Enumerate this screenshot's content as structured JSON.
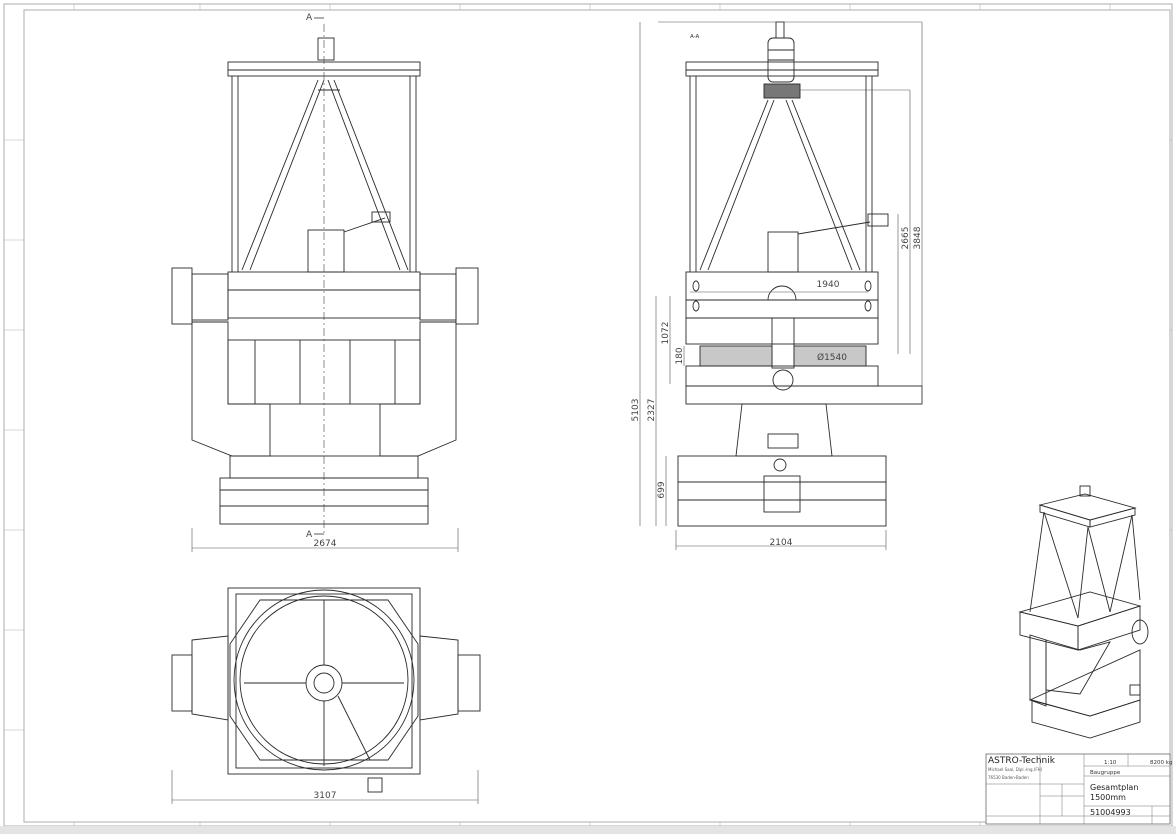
{
  "drawing": {
    "section_marks": {
      "a_top": "A",
      "a_bottom": "A",
      "aa": "A-A"
    },
    "dimensions": {
      "front_width": "2674",
      "bottom_width": "3107",
      "side_width": "2104",
      "side_inner_width": "1940",
      "diameter": "Ø1540",
      "height_total": "5103",
      "height_2327": "2327",
      "height_1072": "1072",
      "height_180": "180",
      "height_699": "699",
      "height_2665": "2665",
      "height_3848": "3848"
    }
  },
  "title_block": {
    "company": "ASTRO-Technik",
    "company_sub1": "Michael Saal, Dipl.-Ing.(FH)",
    "company_sub2": "76530 Baden-Baden",
    "scale": "1:10",
    "weight": "8200 kg",
    "group_label": "Baugruppe",
    "title_line1": "Gesamtplan",
    "title_line2": "1500mm",
    "drawing_number": "51004993"
  }
}
